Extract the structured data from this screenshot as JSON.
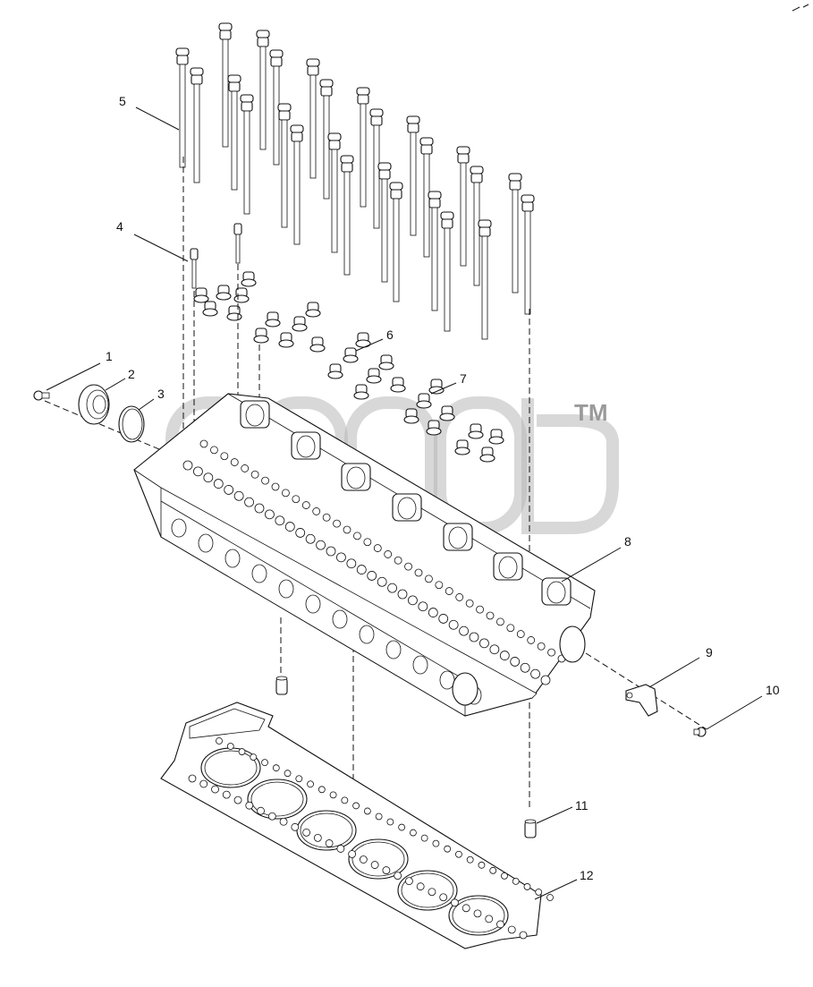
{
  "diagram": {
    "watermark_mark": "TM",
    "callouts": [
      {
        "label": "1"
      },
      {
        "label": "2"
      },
      {
        "label": "3"
      },
      {
        "label": "4"
      },
      {
        "label": "5"
      },
      {
        "label": "6"
      },
      {
        "label": "7"
      },
      {
        "label": "8"
      },
      {
        "label": "9"
      },
      {
        "label": "10"
      },
      {
        "label": "11"
      },
      {
        "label": "12"
      }
    ]
  }
}
